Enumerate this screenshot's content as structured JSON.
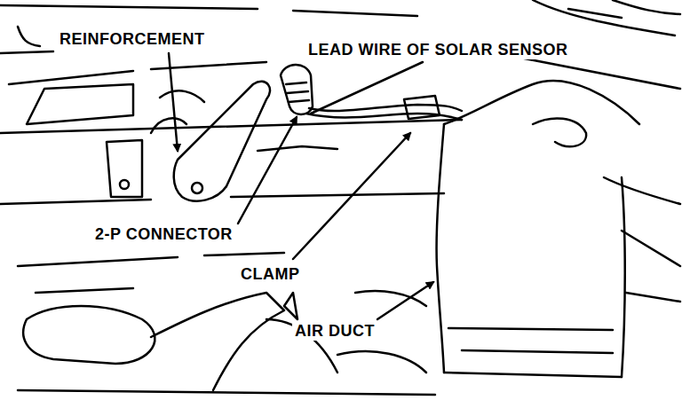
{
  "diagram": {
    "labels": [
      "REINFORCEMENT",
      "LEAD WIRE OF SOLAR SENSOR",
      "2-P CONNECTOR",
      "CLAMP",
      "AIR DUCT"
    ]
  }
}
